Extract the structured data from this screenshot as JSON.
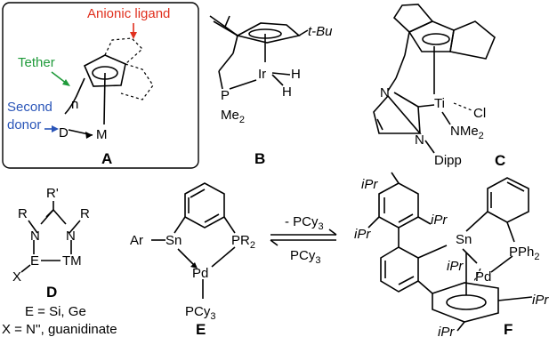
{
  "colors": {
    "anionic": "#e0301e",
    "tether": "#1f9a3a",
    "donor": "#2a55b8"
  },
  "panelA": {
    "anionic_label": "Anionic ligand",
    "tether_label": "Tether",
    "donor_label_1": "Second",
    "donor_label_2": "donor",
    "n": "n",
    "D": "D",
    "M": "M",
    "id": "A"
  },
  "panelB": {
    "tBu": "t-Bu",
    "Ir": "Ir",
    "H1": "H",
    "H2": "H",
    "P": "P",
    "Me2": "Me",
    "sub2": "2",
    "id": "B"
  },
  "panelC": {
    "Ti": "Ti",
    "Cl": "Cl",
    "NMe2": "NMe",
    "sub2": "2",
    "N1": "N",
    "N2": "N",
    "Dipp": "Dipp",
    "id": "C"
  },
  "panelD": {
    "R1": "R",
    "R2": "R",
    "Rp": "R'",
    "N1": "N",
    "N2": "N",
    "E": "E",
    "TM": "TM",
    "X": "X",
    "id": "D",
    "line1": "E = Si, Ge",
    "line2": "X = N'', guanidinate"
  },
  "panelE": {
    "Ar": "Ar",
    "Sn": "Sn",
    "PR2": "PR",
    "sub2": "2",
    "Pd": "Pd",
    "PCy3": "PCy",
    "sub3": "3",
    "id": "E"
  },
  "arrows": {
    "top_label": "- PCy",
    "bottom_label": "PCy",
    "sub3": "3"
  },
  "panelF": {
    "iPr": "iPr",
    "Sn": "Sn",
    "PPh2": "PPh",
    "sub2": "2",
    "Pd": "Pd",
    "id": "F"
  }
}
